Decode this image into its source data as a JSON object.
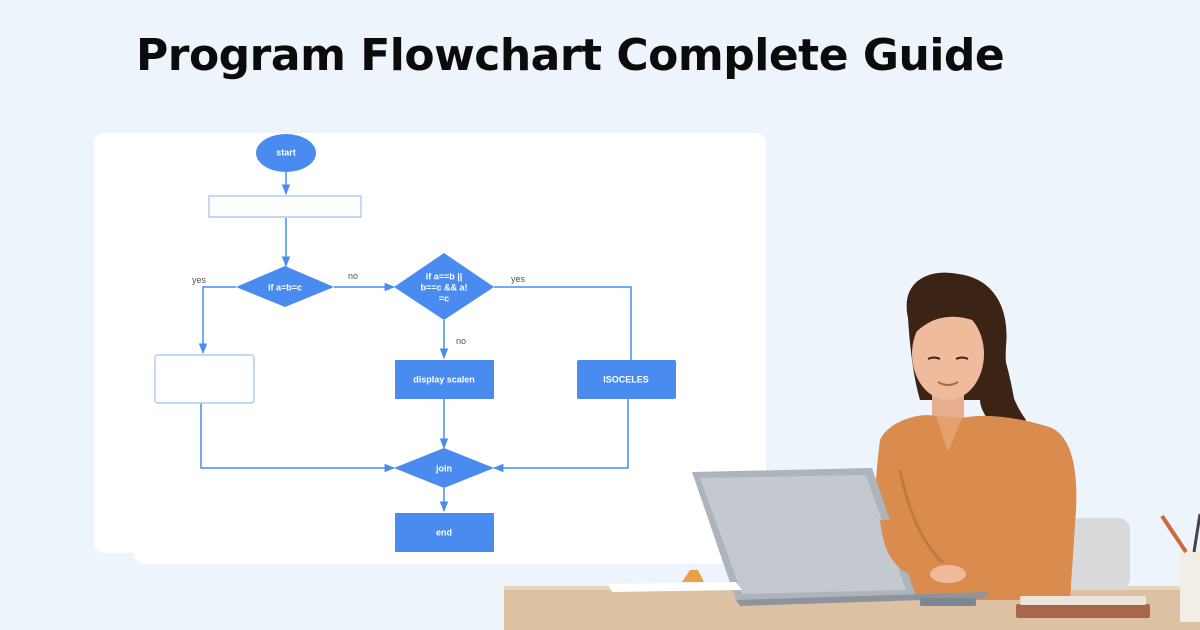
{
  "title": "Program Flowchart Complete Guide",
  "colors": {
    "background": "#eef4fc",
    "node_fill": "#4a8bef",
    "connector": "#4a8bef",
    "outline": "#9dbff3"
  },
  "flowchart": {
    "nodes": {
      "start": "start",
      "input": "",
      "decision1": "if a=b=c",
      "decision2": [
        "if a==b ||",
        "b==c && a!",
        "=c"
      ],
      "equilateral": "",
      "scalene": "display scalen",
      "isosceles": "ISOCELES",
      "join": "join",
      "end": "end"
    },
    "edges": {
      "d1_yes": "yes",
      "d1_no": "no",
      "d2_yes": "yes",
      "d2_no": "no"
    }
  },
  "illustration": {
    "subject": "woman typing on laptop at desk",
    "icons": [
      "laptop-icon",
      "pencil-cup-icon",
      "books-icon"
    ]
  }
}
